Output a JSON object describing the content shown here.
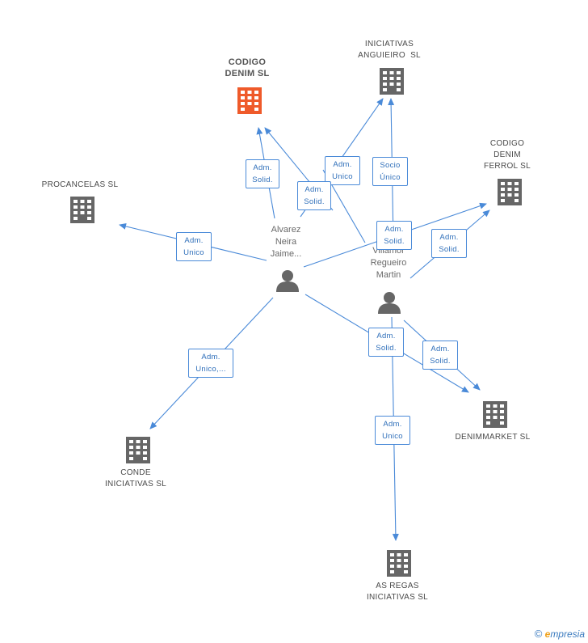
{
  "colors": {
    "edge": "#4a8ad8",
    "building": "#666666",
    "building_main": "#ef5a2a",
    "person": "#666666"
  },
  "companies": {
    "codigo_denim": {
      "line1": "CODIGO",
      "line2": "DENIM SL",
      "icon": "building-icon"
    },
    "iniciativas_anguieiro": {
      "line1": "INICIATIVAS",
      "line2": "ANGUIEIRO  SL",
      "icon": "building-icon"
    },
    "codigo_denim_ferrol": {
      "line1": "CODIGO",
      "line2": "DENIM",
      "line3": "FERROL SL",
      "icon": "building-icon"
    },
    "procancelas": {
      "line1": "PROCANCELAS SL",
      "icon": "building-icon"
    },
    "denimmarket": {
      "line1": "DENIMMARKET SL",
      "icon": "building-icon"
    },
    "conde_iniciativas": {
      "line1": "CONDE",
      "line2": "INICIATIVAS SL",
      "icon": "building-icon"
    },
    "as_regas": {
      "line1": "AS REGAS",
      "line2": "INICIATIVAS SL",
      "icon": "building-icon"
    }
  },
  "persons": {
    "alvarez": {
      "line1": "Alvarez",
      "line2": "Neira",
      "line3": "Jaime...",
      "icon": "person-icon"
    },
    "villamor": {
      "line1": "Villamor",
      "line2": "Regueiro",
      "line3": "Martin",
      "icon": "person-icon"
    }
  },
  "roles": {
    "a_codigo": {
      "line1": "Adm.",
      "line2": "Solid."
    },
    "a_anguieiro": {
      "line1": "Adm.",
      "line2": "Unico"
    },
    "a_codigo2": {
      "line1": "Adm.",
      "line2": "Solid."
    },
    "v_anguieiro": {
      "line1": "Socio",
      "line2": "Único"
    },
    "a_ferrol": {
      "line1": "Adm.",
      "line2": "Solid."
    },
    "v_ferrol": {
      "line1": "Adm.",
      "line2": "Solid."
    },
    "a_procancelas": {
      "line1": "Adm.",
      "line2": "Unico"
    },
    "a_conde": {
      "line1": "Adm.",
      "line2": "Unico,..."
    },
    "a_denimmarket": {
      "line1": "Adm.",
      "line2": "Solid."
    },
    "v_denimmarket": {
      "line1": "Adm.",
      "line2": "Solid."
    },
    "v_asregas": {
      "line1": "Adm.",
      "line2": "Unico"
    }
  },
  "footer": {
    "copyright": "©",
    "brand_e": "e",
    "brand_rest": "mpresia"
  }
}
